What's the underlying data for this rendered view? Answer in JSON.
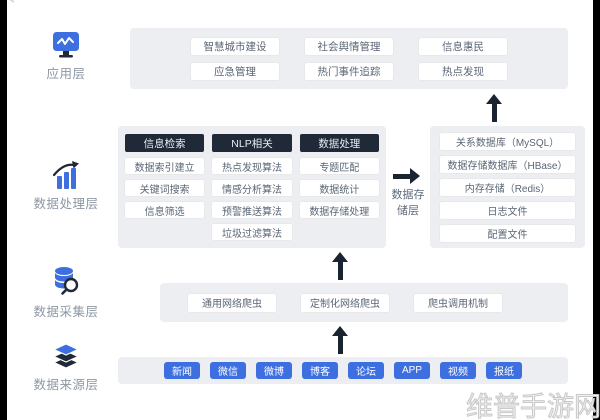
{
  "watermark": "维普手游网",
  "colors": {
    "accent-blue": "#3d6fe0",
    "dark": "#1f2937",
    "panel": "#eceef1",
    "arrow": "#1a2330",
    "box-text": "#5a6676",
    "label-text": "#8d97a3"
  },
  "layers": {
    "app": {
      "label": "应用层",
      "icon": "monitor-chart-icon",
      "boxes": [
        "智慧城市建设",
        "社会舆情管理",
        "信息惠民",
        "应急管理",
        "热门事件追踪",
        "热点发现"
      ]
    },
    "processing": {
      "label": "数据处理层",
      "icon": "bar-chart-icon",
      "columns": [
        {
          "header": "信息检索",
          "items": [
            "数据索引建立",
            "关键词搜索",
            "信息筛选"
          ]
        },
        {
          "header": "NLP相关",
          "items": [
            "热点发现算法",
            "情感分析算法",
            "预警推送算法",
            "垃圾过滤算法"
          ]
        },
        {
          "header": "数据处理",
          "items": [
            "专题匹配",
            "数据统计",
            "数据存储处理"
          ]
        }
      ]
    },
    "storage": {
      "label": "数据存储层",
      "items": [
        "关系数据库（MySQL）",
        "数据存储数据库（HBase）",
        "内存存储（Redis）",
        "日志文件",
        "配置文件"
      ]
    },
    "collection": {
      "label": "数据采集层",
      "icon": "database-search-icon",
      "boxes": [
        "通用网络爬虫",
        "定制化网络爬虫",
        "爬虫调用机制"
      ]
    },
    "source": {
      "label": "数据来源层",
      "icon": "layers-icon",
      "buttons": [
        "新闻",
        "微信",
        "微博",
        "博客",
        "论坛",
        "APP",
        "视频",
        "报纸"
      ]
    }
  }
}
